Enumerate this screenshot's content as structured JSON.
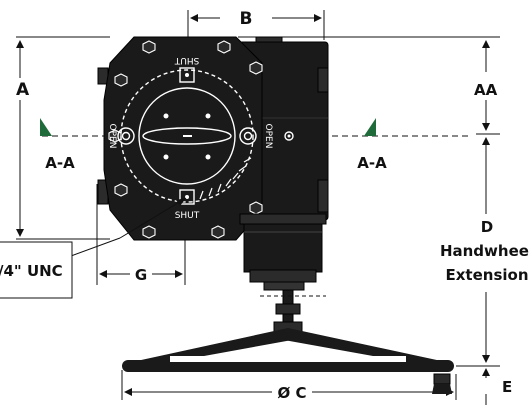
{
  "dimensions": {
    "a": "A",
    "aa": "AA",
    "b": "B",
    "c": "Ø C",
    "d": "D",
    "d_sub1": "Handwheel",
    "d_sub2": "Extension",
    "e": "E",
    "g": "G",
    "section_left": "A-A",
    "section_right": "A-A"
  },
  "callout": {
    "thread": "/4\" UNC"
  },
  "dial": {
    "shut_top": "SHUT",
    "shut_bottom": "SHUT",
    "open_left": "OPEN",
    "open_right": "OPEN"
  },
  "colors": {
    "body": "#1a1a1a",
    "marking": "#ffffff",
    "section_flag": "#1f6b3a"
  }
}
